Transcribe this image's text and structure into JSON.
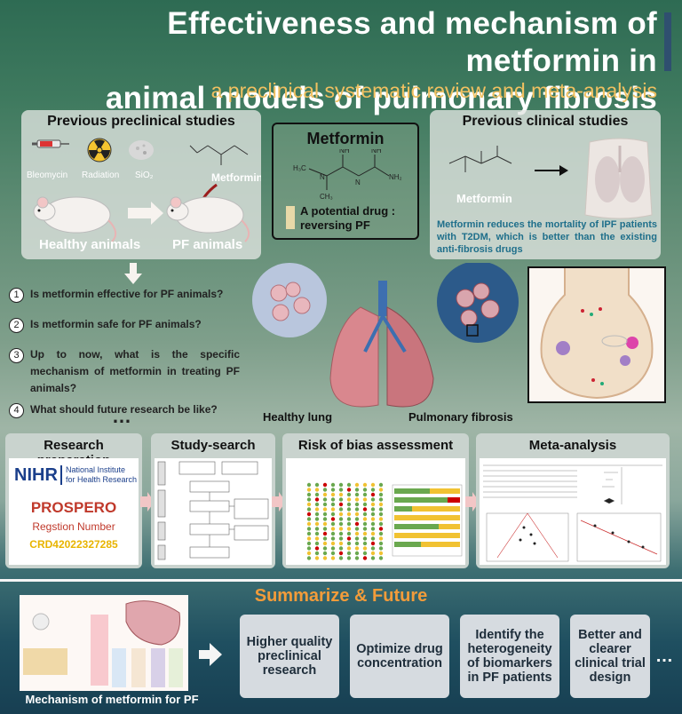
{
  "header": {
    "title_line1": "Effectiveness and mechanism of metformin in",
    "title_line2": "animal models of pulmonary fibrosis",
    "subtitle": "a preclinical systematic review and meta-analysis"
  },
  "preclinical": {
    "heading": "Previous preclinical studies",
    "inducers": [
      "Bleomycin",
      "Radiation",
      "SiO₂"
    ],
    "drug_label": "Metformin",
    "healthy_label": "Healthy animals",
    "pf_label": "PF animals"
  },
  "metformin_box": {
    "heading": "Metformin",
    "caption_line1": "A potential drug :",
    "caption_line2": "reversing PF"
  },
  "clinical": {
    "heading": "Previous clinical studies",
    "structure_label": "Metformin",
    "text": "Metformin reduces the mortality of IPF patients with T2DM, which is better than the existing anti-fibrosis drugs"
  },
  "questions": [
    {
      "num": "1",
      "text": "Is metformin effective for PF animals?"
    },
    {
      "num": "2",
      "text": "Is metformin safe for PF animals?"
    },
    {
      "num": "3",
      "text": "Up to now, what is the specific mechanism of metformin in treating PF animals?"
    },
    {
      "num": "4",
      "text": "What should future research be like?"
    }
  ],
  "ellipsis": "…",
  "lungs": {
    "healthy_label": "Healthy lung",
    "fibrosis_label": "Pulmonary fibrosis"
  },
  "workflow": {
    "research_prep": {
      "heading": "Research preparation",
      "nihr": "NIHR",
      "nihr_sub1": "National Institute",
      "nihr_sub2": "for Health Research",
      "prospero": "PROSPERO",
      "reg_label": "Regstion Number",
      "reg_number": "CRD42022327285"
    },
    "study_search": {
      "heading": "Study-search"
    },
    "risk_of_bias": {
      "heading": "Risk of bias assessment"
    },
    "meta": {
      "heading": "Meta-analysis"
    }
  },
  "future": {
    "heading": "Summarize & Future",
    "mechanism_caption": "Mechanism of metformin for PF",
    "boxes": [
      "Higher quality preclinical research",
      "Optimize drug concentration",
      "Identify the heterogeneity of biomarkers in PF patients",
      "Better and clearer clinical trial design"
    ],
    "more": "…"
  },
  "colors": {
    "title_text": "#ffffff",
    "subtitle": "#f0c060",
    "future_heading": "#f39c3a",
    "prospero": "#c0392b",
    "reg_number": "#e8b400",
    "nihr_blue": "#1b3f8b",
    "clinical_text": "#1f6f8b"
  }
}
